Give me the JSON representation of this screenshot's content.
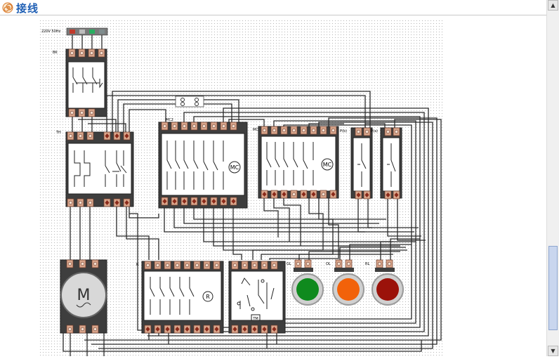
{
  "header": {
    "title": "接线",
    "icon": "spiral-icon",
    "title_color": "#1f5fb4"
  },
  "diagram": {
    "component_labels": {
      "supply": "220V 50Hz",
      "breaker": "BK",
      "thermal_relay": "TH",
      "contactor_1": "MC",
      "contactor_2": "MC",
      "pb_1": "P(b)",
      "pb_2": "P(a)",
      "relay": "R",
      "timer": "TM",
      "motor": "M",
      "lamp_1": "GL",
      "lamp_2": "OL",
      "lamp_3": "RL"
    },
    "lamp_colors": [
      "#0f8a1e",
      "#f2620a",
      "#9b120a"
    ],
    "terminal_color": "#d9a58b",
    "wire_color": "#2a2a2a"
  }
}
